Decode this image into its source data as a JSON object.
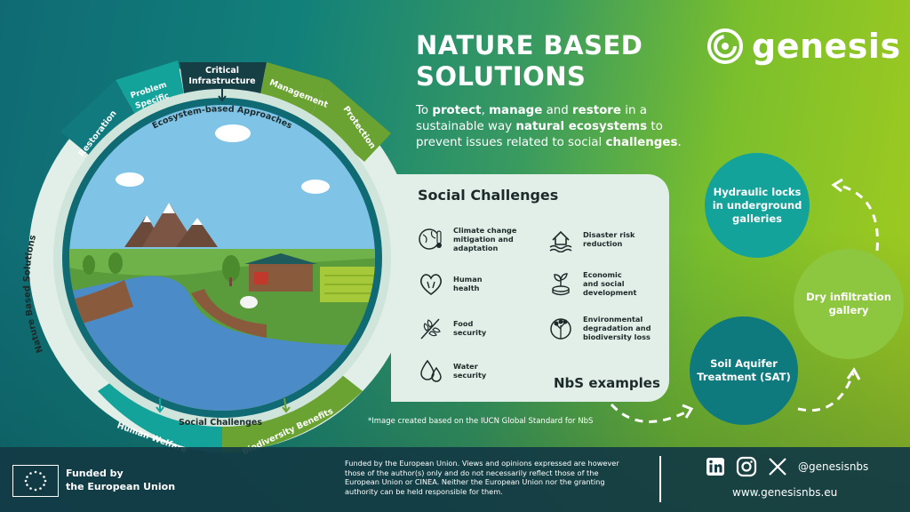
{
  "header": {
    "title_line1": "NATURE BASED",
    "title_line2": "SOLUTIONS",
    "subtitle": {
      "t1": "To ",
      "b1": "protect",
      "t2": ", ",
      "b2": "manage",
      "t3": " and ",
      "b3": "restore",
      "t4": " in a sustainable way ",
      "b4": "natural ecosystems",
      "t5": " to prevent issues related to social ",
      "b5": "challenges",
      "t6": "."
    }
  },
  "logo": {
    "name": "genesis",
    "icon": "genesis-swirl-logo"
  },
  "diagram": {
    "top_segments": [
      "Critical Infrastructure",
      "Problem Specific",
      "Management",
      "Restoration",
      "Protection"
    ],
    "critical_line1": "Critical",
    "critical_line2": "Infrastructure",
    "problem_line1": "Problem",
    "problem_line2": "Specific",
    "management": "Management",
    "restoration": "Restoration",
    "protection": "Protection",
    "inner_top_label": "Ecosystem-based Approaches",
    "inner_bottom_label": "Social Challenges",
    "left_label": "Nature Based Solutions",
    "bottom_left": "Human Welfare",
    "bottom_right": "Biodiversity Benefits"
  },
  "social_challenges": {
    "title": "Social Challenges",
    "items": [
      {
        "line1": "Climate change",
        "line2": "mitigation and",
        "line3": "adaptation",
        "icon": "thermometer-globe-icon"
      },
      {
        "line1": "Disaster risk",
        "line2": "reduction",
        "line3": "",
        "icon": "flooded-house-icon"
      },
      {
        "line1": "Human",
        "line2": "health",
        "line3": "",
        "icon": "heart-hands-icon"
      },
      {
        "line1": "Economic",
        "line2": "and social",
        "line3": "development",
        "icon": "plant-coins-icon"
      },
      {
        "line1": "Food",
        "line2": "security",
        "line3": "",
        "icon": "wheat-icon"
      },
      {
        "line1": "Environmental",
        "line2": "degradation and",
        "line3": "biodiversity loss",
        "icon": "tree-globe-icon"
      },
      {
        "line1": "Water",
        "line2": "security",
        "line3": "",
        "icon": "water-drops-icon"
      }
    ],
    "nbs_examples": "NbS examples"
  },
  "examples": {
    "hydraulic_l1": "Hydraulic locks",
    "hydraulic_l2": "in underground",
    "hydraulic_l3": "galleries",
    "dry_l1": "Dry infiltration",
    "dry_l2": "gallery",
    "soil_l1": "Soil Aquifer",
    "soil_l2": "Treatment (SAT)"
  },
  "note": "*Image created based on the IUCN Global Standard for NbS",
  "footer": {
    "funded_line1": "Funded by",
    "funded_line2": "the European Union",
    "disclaimer": "Funded by the European Union. Views and opinions expressed are however those of the author(s) only and do not necessarily reflect those of the European Union or CINEA. Neither the European Union nor the granting authority can be held responsible for them.",
    "handle": "@genesisnbs",
    "website": "www.genesisnbs.eu",
    "icons": [
      "linkedin-icon",
      "instagram-icon",
      "x-icon"
    ]
  },
  "colors": {
    "dark_teal": "#0f6a74",
    "lime": "#8dc63f",
    "ring_light": "#e1efe8",
    "teal_segment": "#14a39a",
    "green_segment": "#6aa332"
  }
}
